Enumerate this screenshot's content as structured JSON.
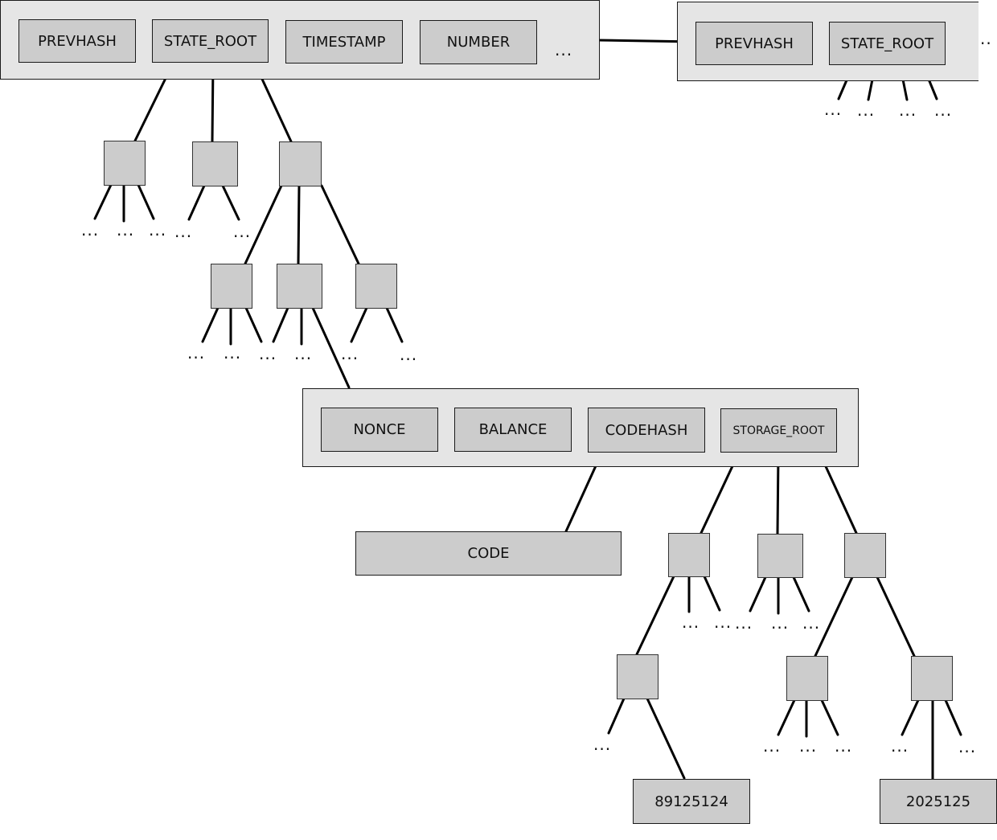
{
  "block_header": {
    "fields": [
      "PREVHASH",
      "STATE_ROOT",
      "TIMESTAMP",
      "NUMBER"
    ],
    "more": "..."
  },
  "next_block": {
    "fields": [
      "PREVHASH",
      "STATE_ROOT"
    ],
    "more": ".."
  },
  "account": {
    "fields": [
      "NONCE",
      "BALANCE",
      "CODEHASH",
      "STORAGE_ROOT"
    ]
  },
  "code_box": "CODE",
  "storage_values": [
    "89125124",
    "2025125"
  ],
  "ellipsis": "..."
}
